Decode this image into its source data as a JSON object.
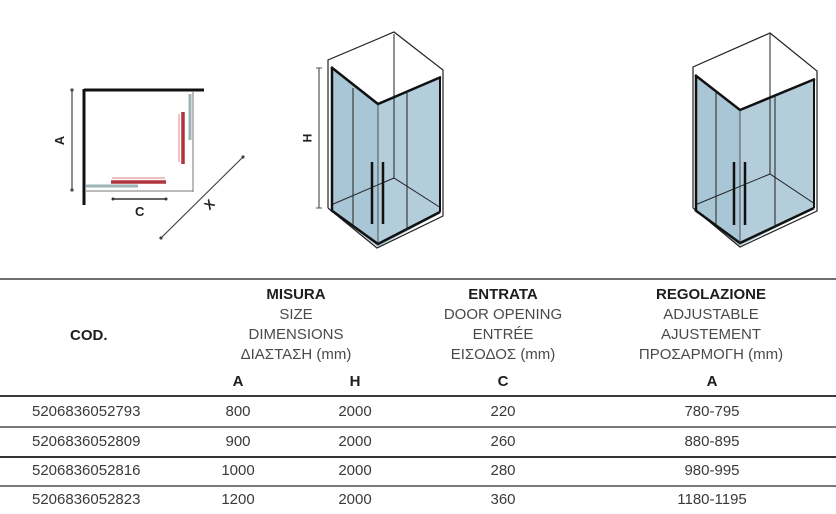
{
  "diagrams": {
    "plan_view": {
      "labels": {
        "a": "A",
        "c": "C",
        "x": "X"
      }
    },
    "front_view_left": {
      "labels": {
        "h": "H"
      }
    },
    "front_view_right": {}
  },
  "colors": {
    "glass": "#a9c6d6",
    "frame": "#1a1a1a",
    "door_red": "#b0343c",
    "door_pink": "#e29aa0",
    "panel_gray": "#9fb4b4"
  },
  "table": {
    "cod_header": "COD.",
    "groups": [
      {
        "title": "MISURA",
        "lines": [
          "SIZE",
          "DIMENSIONS",
          "ΔΙΑΣΤΑΣΗ (mm)"
        ],
        "subcols": [
          "A",
          "H"
        ]
      },
      {
        "title": "ENTRATA",
        "lines": [
          "DOOR OPENING",
          "ENTRÉE",
          "ΕΙΣΟΔΟΣ (mm)"
        ],
        "subcols": [
          "C"
        ]
      },
      {
        "title": "REGOLAZIONE",
        "lines": [
          "ADJUSTABLE",
          "AJUSTEMENT",
          "ΠΡΟΣΑΡΜΟΓΗ (mm)"
        ],
        "subcols": [
          "A"
        ]
      }
    ],
    "rows": [
      {
        "cod": "5206836052793",
        "a": "800",
        "h": "2000",
        "c": "220",
        "adj": "780-795"
      },
      {
        "cod": "5206836052809",
        "a": "900",
        "h": "2000",
        "c": "260",
        "adj": "880-895"
      },
      {
        "cod": "5206836052816",
        "a": "1000",
        "h": "2000",
        "c": "280",
        "adj": "980-995"
      },
      {
        "cod": "5206836052823",
        "a": "1200",
        "h": "2000",
        "c": "360",
        "adj": "1180-1195"
      }
    ]
  }
}
